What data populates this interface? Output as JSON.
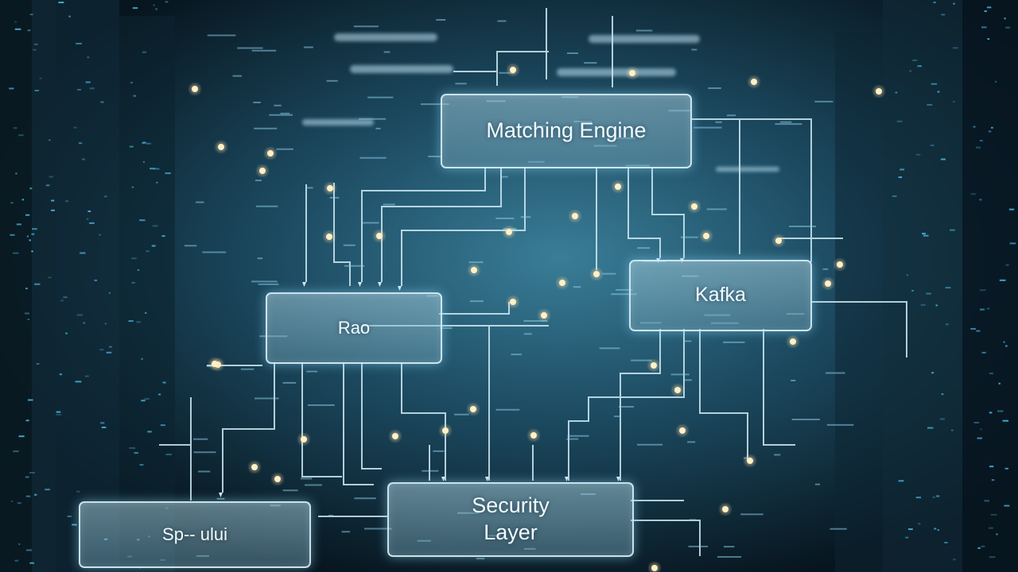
{
  "nodes": {
    "matching_engine": "Matching Engine",
    "kafka": "Kafka",
    "redis": "Rao",
    "security_layer": "Security\nLayer",
    "bottom_left": "Sp-- ului"
  },
  "colors": {
    "background": "#0b1f2b",
    "node_fill": "#8fb7c6",
    "line": "#cfeaf5",
    "glow": "#6fd6ff",
    "dot": "#fff0c8"
  }
}
